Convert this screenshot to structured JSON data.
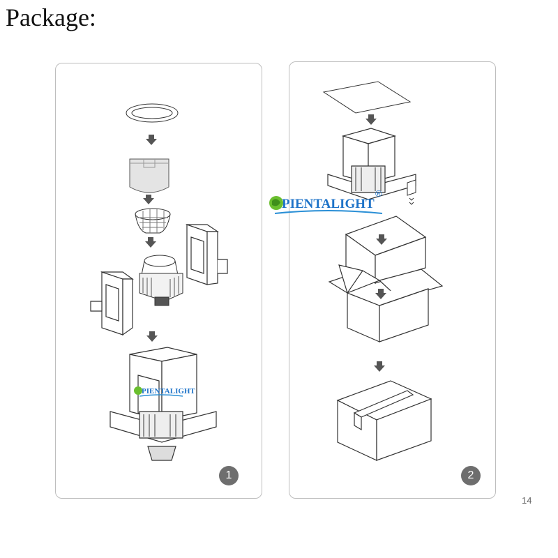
{
  "page": {
    "title": "Package:",
    "page_number": "14"
  },
  "steps": [
    {
      "number": "1"
    },
    {
      "number": "2"
    }
  ],
  "watermark": {
    "brand": "PIENTALIGHT",
    "registered_mark": "®"
  },
  "colors": {
    "line": "#333333",
    "panel_border": "#bdbdbd",
    "badge": "#6e6e6e",
    "watermark_blue": "#1e73c8",
    "watermark_green": "#6abf2e",
    "watermark_wave": "#2a8fd6"
  }
}
